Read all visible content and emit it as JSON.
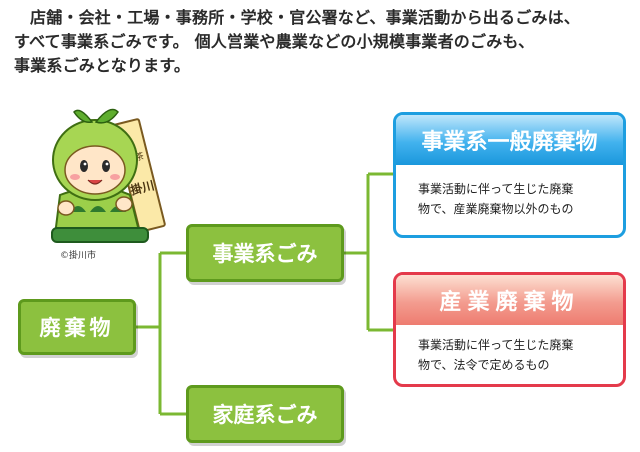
{
  "intro": {
    "line1": "店舗・会社・工場・事務所・学校・官公署など、事業活動から出るごみは、",
    "line2": "すべて事業系ごみです。 個人営業や農業などの小規模事業者のごみも、",
    "line3": "事業系ごみとなります。"
  },
  "nodes": {
    "root": "廃棄物",
    "business_waste": "事業系ごみ",
    "household_waste": "家庭系ごみ"
  },
  "cards": {
    "general": {
      "title": "事業系一般廃棄物",
      "desc_line1": "事業活動に伴って生じた廃棄",
      "desc_line2": "物で、産業廃棄物以外のもの"
    },
    "industrial": {
      "title": "産業廃棄物",
      "desc_line1": "事業活動に伴って生じた廃棄",
      "desc_line2": "物で、法令で定めるもの"
    }
  },
  "mascot": {
    "copyright": "©掛川市",
    "sign_text": "お茶のまち 掛川"
  },
  "colors": {
    "green_fill": "#8cc13f",
    "green_border": "#5e9a1d",
    "blue_border": "#1d9ee0",
    "red_border": "#e43a4b"
  }
}
